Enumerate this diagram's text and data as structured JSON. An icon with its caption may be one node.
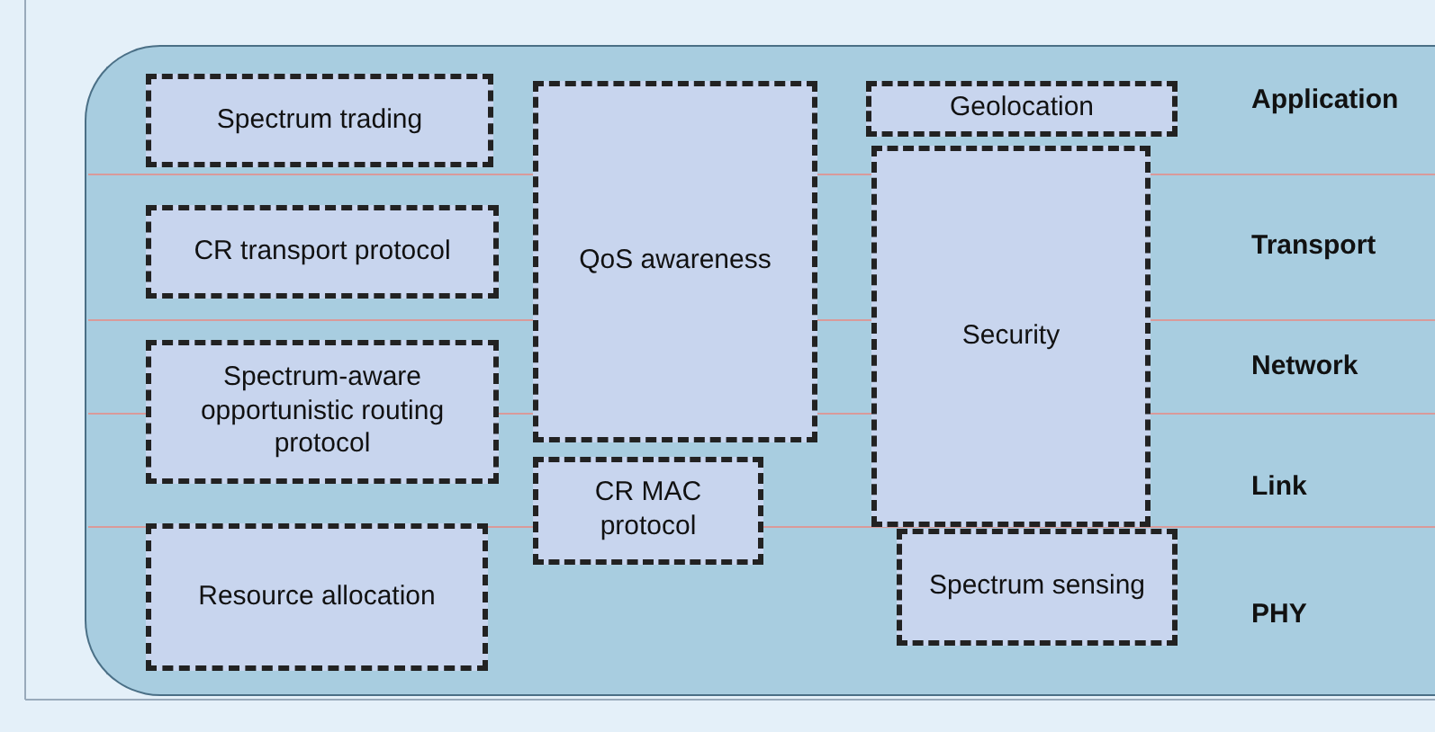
{
  "diagram": {
    "nodes": [
      {
        "text": [],
        "shape": "box"
      },
      {
        "text": [
          "Spectrum trading"
        ],
        "in": 0
      },
      {
        "text": [
          "QoS awareness"
        ],
        "in": 0
      },
      {
        "text": [
          "Geolocation"
        ],
        "in": 0
      },
      {
        "text": [
          "CR transport protocol"
        ],
        "in": 0
      },
      {
        "text": [
          "Security"
        ],
        "in": 0
      },
      {
        "text": [
          "Spectrum-aware opportunistic routing protocol"
        ],
        "in": 0
      },
      {
        "text": [
          "CR MAC protocol"
        ],
        "in": 0
      },
      {
        "text": [
          "Resource allocation"
        ],
        "in": 0
      },
      {
        "text": [
          "Spectrum sensing"
        ],
        "in": 0
      }
    ],
    "edges": [],
    "labels": [
      "Application",
      "Transport",
      "Network",
      "Link",
      "PHY"
    ]
  }
}
